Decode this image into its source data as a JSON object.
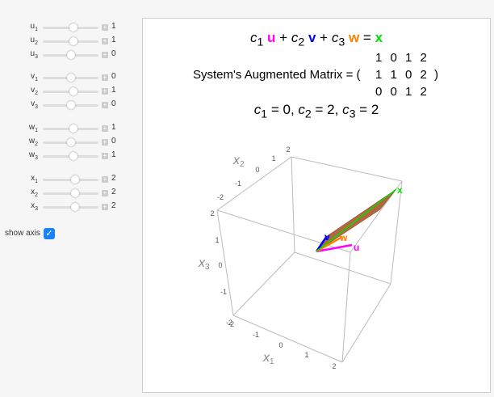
{
  "controls": [
    {
      "name": "u",
      "sub": "1",
      "value": "1",
      "pos": 0.55
    },
    {
      "name": "u",
      "sub": "2",
      "value": "1",
      "pos": 0.55
    },
    {
      "name": "u",
      "sub": "3",
      "value": "0",
      "pos": 0.5
    },
    {
      "name": "v",
      "sub": "1",
      "value": "0",
      "pos": 0.5
    },
    {
      "name": "v",
      "sub": "2",
      "value": "1",
      "pos": 0.55
    },
    {
      "name": "v",
      "sub": "3",
      "value": "0",
      "pos": 0.5
    },
    {
      "name": "w",
      "sub": "1",
      "value": "1",
      "pos": 0.55
    },
    {
      "name": "w",
      "sub": "2",
      "value": "0",
      "pos": 0.5
    },
    {
      "name": "w",
      "sub": "3",
      "value": "1",
      "pos": 0.55
    },
    {
      "name": "x",
      "sub": "1",
      "value": "2",
      "pos": 0.58
    },
    {
      "name": "x",
      "sub": "2",
      "value": "2",
      "pos": 0.58
    },
    {
      "name": "x",
      "sub": "3",
      "value": "2",
      "pos": 0.58
    }
  ],
  "show_axis": {
    "label": "show axis",
    "checked": true
  },
  "equation": {
    "c": "c",
    "s1": "1",
    "s2": "2",
    "s3": "3",
    "u": "u",
    "v": "v",
    "w": "w",
    "x": "x",
    "plus": "+",
    "eq": "="
  },
  "matrix": {
    "label": "System's Augmented Matrix = (",
    "close": ")",
    "rows": [
      "1 0 1 2",
      "1 1 0 2",
      "0 0 1 2"
    ]
  },
  "solution": {
    "c1": "0",
    "c2": "2",
    "c3": "2"
  },
  "plot": {
    "ticks": [
      "-2",
      "-1",
      "0",
      "1",
      "2"
    ],
    "axes": [
      "x",
      "1",
      "2",
      "3"
    ],
    "vec_labels": [
      "u",
      "v",
      "w",
      "x"
    ]
  },
  "colors": {
    "u": "#ff00ff",
    "v": "#0000ff",
    "w": "#ff8000",
    "x": "#00e000",
    "plane": "#b5653f"
  }
}
